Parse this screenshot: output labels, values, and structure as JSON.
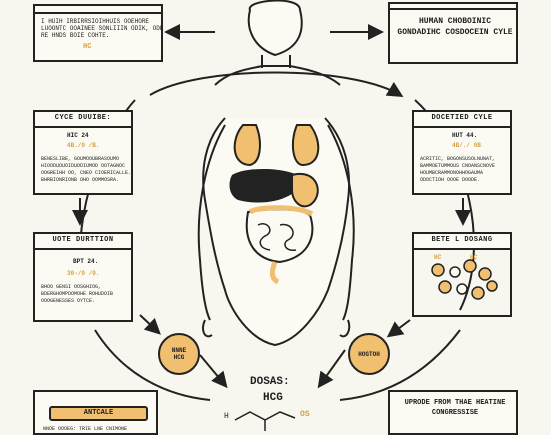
{
  "top_left": {
    "lines": [
      "I HUIH IRBIRRSIOIHHUIS OOEHORE",
      "LUOONTC OOAINEE SONLIIIN ODIK,  ODE",
      "RE HNDS BOIE COHTE."
    ],
    "hcg": "HC"
  },
  "top_right": {
    "title": "HUMAN CHOBOINIC GONDADIHC COSDOCEIN CYLE"
  },
  "cycle_duration": {
    "header": "CYCE DUUIBE:",
    "code": "HIC 24",
    "value": "4B./0 /B.",
    "lines": [
      "BENESLIBE, GOUMOOUBRASOUMO",
      "HIOODUOUOIDUODIUMOD OOTAGNOC",
      "OOGREIHH OO, CNEO CIOERICALLE.",
      "BHRBIONRIONB OHO OOMMOSRA."
    ]
  },
  "doocted_cycle": {
    "header": "DOCETIED CYLE",
    "code": "HUT 44.",
    "value": "4B/./ 0B",
    "lines": [
      "ACRITIC, BOGONSUSOLNUNAT,",
      "BAMMOETUMMOUS CNOANSCNOVE",
      "HOUMBCRAMMONOHHOGAUMA",
      "ODOCTIOH OOOE DOODE."
    ]
  },
  "dote_duration": {
    "header": "UOTE DURTTION",
    "code": "BPT  24.",
    "value": "30-/0 /0.",
    "lines": [
      "BHOO GENSI OOSGHIOG,",
      "BDERGHOMPDOMOHE ROHUDOIB",
      "OOOGENESSES OYTCE."
    ]
  },
  "beta_dosing": {
    "header": "BETE L DOSANG",
    "hex_label": "HC",
    "hex_label2": "HC"
  },
  "circle_left": {
    "label1": "NNNE",
    "label2": "HCG"
  },
  "circle_right": {
    "label": "HOGTOH"
  },
  "dosage": {
    "title": "DOSAS:",
    "subtitle": "HCG",
    "atom_h": "H",
    "atom_os": "OS"
  },
  "bottom_left": {
    "label": "ANTCALE",
    "lines": [
      "NNOE OOOEG: TRIE LNE CNIMONE"
    ]
  },
  "bottom_right": {
    "title": "UPRODE FROM THAE HEATINE CONGRESSISE"
  },
  "colors": {
    "accent": "#f0c070",
    "ink": "#222222",
    "bg": "#f7f6ef"
  }
}
